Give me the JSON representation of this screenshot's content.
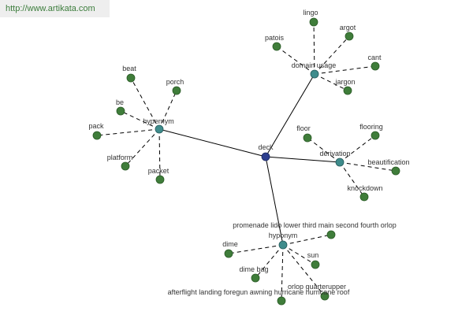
{
  "watermark": {
    "url": "http://www.artikata.com"
  },
  "colors": {
    "center_node": "#2d3f8f",
    "hub_node": "#3f8c8c",
    "leaf_node": "#3f7d3a",
    "edge": "#000000",
    "label": "#333333",
    "banner_bg": "#eeeeee",
    "banner_text": "#3c7d3c"
  },
  "graph": {
    "center": {
      "id": "deck",
      "label": "deck"
    },
    "hubs": [
      {
        "id": "hypernym",
        "label": "hypernym"
      },
      {
        "id": "domain-usage",
        "label": "domain usage"
      },
      {
        "id": "derivation",
        "label": "derivation"
      },
      {
        "id": "hyponym",
        "label": "hyponym"
      }
    ],
    "leaves": [
      {
        "hub": "hypernym",
        "label": "beat"
      },
      {
        "hub": "hypernym",
        "label": "porch"
      },
      {
        "hub": "hypernym",
        "label": "be"
      },
      {
        "hub": "hypernym",
        "label": "pack"
      },
      {
        "hub": "hypernym",
        "label": "platform"
      },
      {
        "hub": "hypernym",
        "label": "packet"
      },
      {
        "hub": "domain-usage",
        "label": "lingo"
      },
      {
        "hub": "domain-usage",
        "label": "argot"
      },
      {
        "hub": "domain-usage",
        "label": "patois"
      },
      {
        "hub": "domain-usage",
        "label": "cant"
      },
      {
        "hub": "domain-usage",
        "label": "jargon"
      },
      {
        "hub": "derivation",
        "label": "floor"
      },
      {
        "hub": "derivation",
        "label": "flooring"
      },
      {
        "hub": "derivation",
        "label": "beautification"
      },
      {
        "hub": "derivation",
        "label": "knockdown"
      },
      {
        "hub": "hyponym",
        "label": "promenade lido lower third main second fourth orlop"
      },
      {
        "hub": "hyponym",
        "label": "dime"
      },
      {
        "hub": "hyponym",
        "label": "sun"
      },
      {
        "hub": "hyponym",
        "label": "dime bag"
      },
      {
        "hub": "hyponym",
        "label": "orlop quarterupper"
      },
      {
        "hub": "hyponym",
        "label": "afterflight landing foregun awning hurricane hurricane roof"
      }
    ]
  }
}
